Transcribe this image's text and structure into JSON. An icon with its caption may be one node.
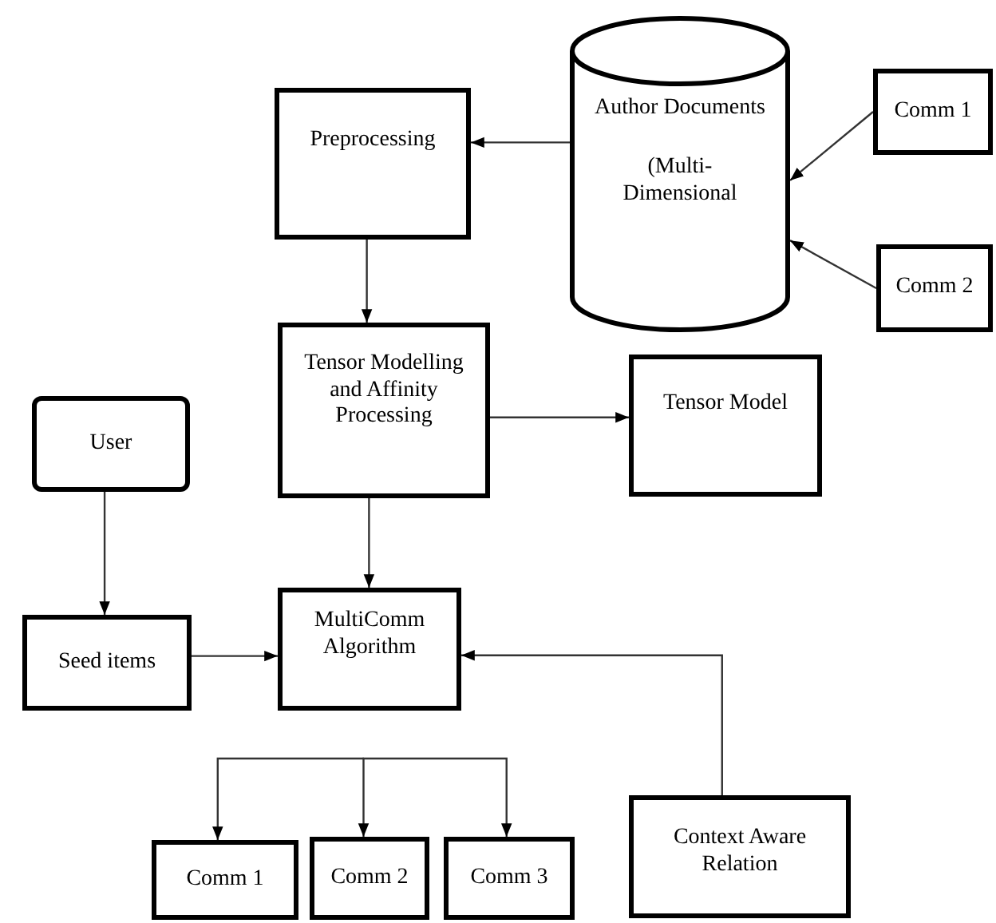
{
  "diagram": {
    "nodes": [
      {
        "text": [
          "Author Documents",
          "(Multi- Dimensional"
        ]
      },
      {
        "text": [
          "Comm 1"
        ]
      },
      {
        "text": [
          "Preprocessing"
        ]
      },
      {
        "text": [
          "Comm 2"
        ]
      },
      {
        "text": [
          "Tensor Modelling and Affinity Processing"
        ]
      },
      {
        "text": [
          "Tensor Model"
        ]
      },
      {
        "text": [
          "User"
        ]
      },
      {
        "text": [
          "MultiComm Algorithm"
        ]
      },
      {
        "text": [
          "Seed items"
        ]
      },
      {
        "text": [
          "Context Aware Relation"
        ]
      },
      {
        "text": [
          "Comm 1"
        ]
      },
      {
        "text": [
          "Comm 2"
        ]
      },
      {
        "text": [
          "Comm 3"
        ]
      }
    ],
    "edges": [
      {
        "from": 0,
        "to": 2,
        "arrow": "to"
      },
      {
        "from": 1,
        "to": 0,
        "arrow": "to"
      },
      {
        "from": 3,
        "to": 0,
        "arrow": "to"
      },
      {
        "from": 2,
        "to": 4,
        "arrow": "to"
      },
      {
        "from": 4,
        "to": 5,
        "arrow": "to"
      },
      {
        "from": 4,
        "to": 7,
        "arrow": "to"
      },
      {
        "from": 6,
        "to": 8,
        "arrow": "to"
      },
      {
        "from": 8,
        "to": 7,
        "arrow": "to"
      },
      {
        "from": 9,
        "to": 7,
        "arrow": "to"
      },
      {
        "from": null,
        "to": 10,
        "arrow": "to"
      },
      {
        "from": null,
        "to": 11,
        "arrow": "to"
      },
      {
        "from": null,
        "to": 12,
        "arrow": "to"
      }
    ]
  }
}
